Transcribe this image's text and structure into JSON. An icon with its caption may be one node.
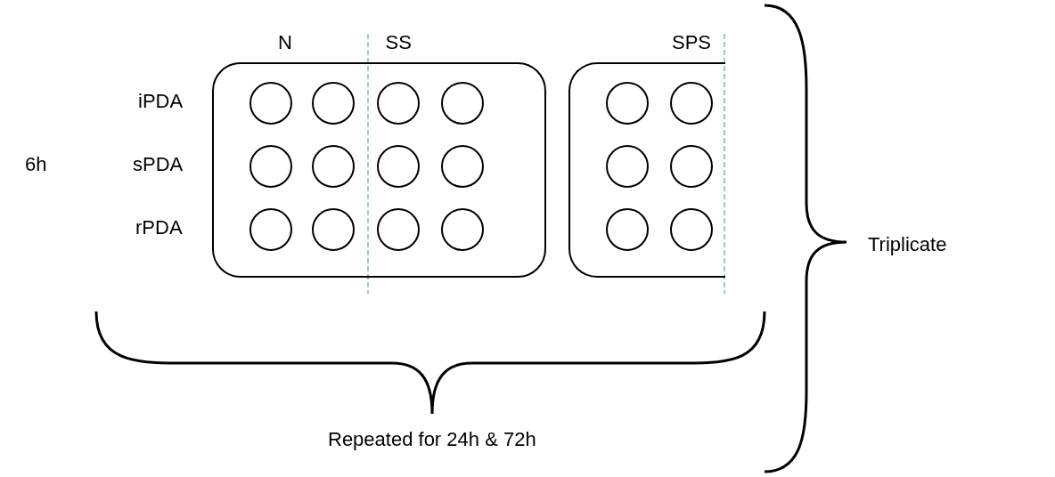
{
  "diagram": {
    "nodes": [
      {
        "text": [],
        "shape": "box"
      },
      {
        "text": [],
        "shape": "circle",
        "in": 0
      },
      {
        "text": [],
        "shape": "circle",
        "in": 0
      },
      {
        "text": [],
        "shape": "circle",
        "in": 0
      },
      {
        "text": [],
        "shape": "circle",
        "in": 0
      },
      {
        "text": [],
        "shape": "circle",
        "in": 0
      },
      {
        "text": [],
        "shape": "circle",
        "in": 0
      },
      {
        "text": [],
        "shape": "circle",
        "in": 0
      },
      {
        "text": [],
        "shape": "circle",
        "in": 0
      },
      {
        "text": [],
        "shape": "circle",
        "in": 0
      },
      {
        "text": [],
        "shape": "circle",
        "in": 0
      },
      {
        "text": [],
        "shape": "circle",
        "in": 0
      },
      {
        "text": [],
        "shape": "circle",
        "in": 0
      },
      {
        "text": [],
        "shape": "box"
      },
      {
        "text": [],
        "shape": "circle",
        "in": 13
      },
      {
        "text": [],
        "shape": "circle",
        "in": 13
      },
      {
        "text": [],
        "shape": "circle",
        "in": 13
      },
      {
        "text": [],
        "shape": "circle",
        "in": 13
      },
      {
        "text": [],
        "shape": "circle",
        "in": 13
      },
      {
        "text": [],
        "shape": "circle",
        "in": 13
      }
    ],
    "labels": [
      "N",
      "SS",
      "SPS",
      "iPDA",
      "6h",
      "sPDA",
      "rPDA",
      "Triplicate",
      "Repeated for 24h & 72h"
    ]
  }
}
